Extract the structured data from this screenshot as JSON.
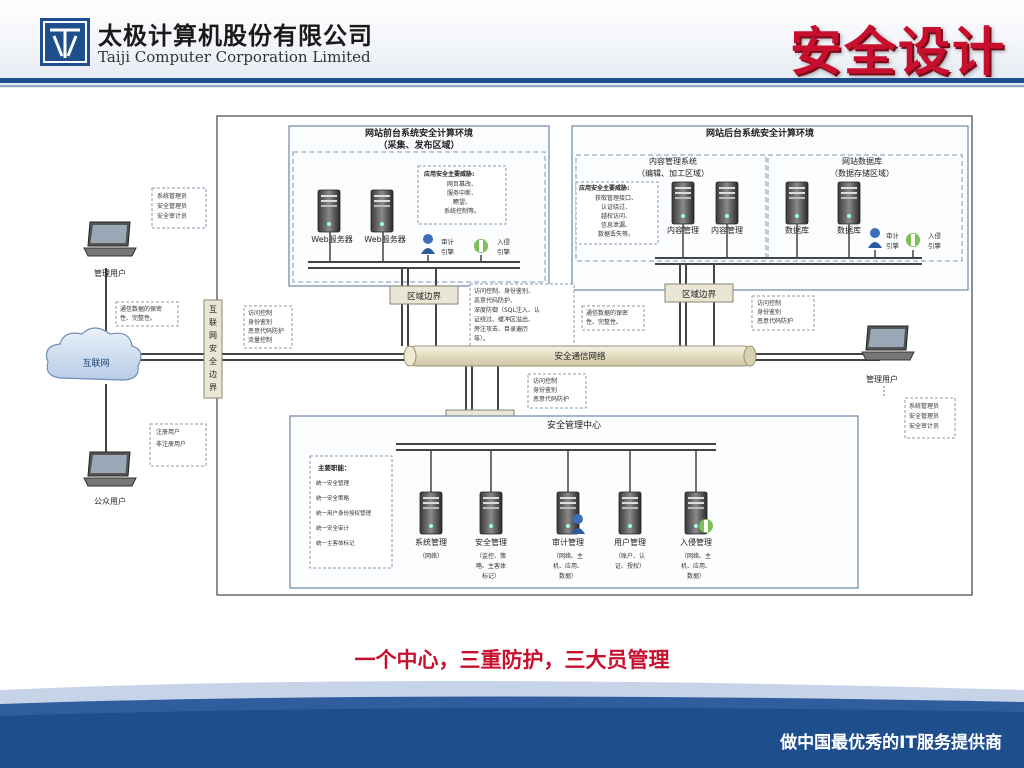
{
  "header": {
    "company_cn": "太极计算机股份有限公司",
    "company_en": "Taiji Computer Corporation Limited",
    "title": "安全设计"
  },
  "diagram": {
    "front_env": {
      "title": "网站前台系统安全计算环境",
      "subtitle": "（采集、发布区域）"
    },
    "front_threats": {
      "heading": "应用安全主要威胁:",
      "lines": [
        "网页篡改、",
        "服务中断、",
        "瞭望、",
        "系统控制等。"
      ]
    },
    "front_servers": [
      "Web服务器",
      "Web服务器"
    ],
    "front_audit": [
      "审计",
      "引擎"
    ],
    "front_ids": [
      "入侵",
      "引擎"
    ],
    "back_env": {
      "title": "网站后台系统安全计算环境"
    },
    "cms": {
      "title": "内容管理系统",
      "subtitle": "（编辑、加工区域）"
    },
    "db": {
      "title": "网站数据库",
      "subtitle": "（数据存储区域）"
    },
    "back_threats": {
      "heading": "应用安全主要威胁:",
      "lines": [
        "获取管理接口、",
        "认证绕过、",
        "越权访问、",
        "信息泄漏、",
        "数据丢失等。"
      ]
    },
    "back_servers": [
      "内容管理",
      "内容管理",
      "数据库",
      "数据库"
    ],
    "back_audit": [
      "审计",
      "引擎"
    ],
    "back_ids": [
      "入侵",
      "引擎"
    ],
    "boundary_label": "区域边界",
    "front_protect": [
      "访问控制、身份鉴别、",
      "恶意代码防护、",
      "深度防御（SQL注入、认",
      "证绕过、缓冲区溢出、",
      "旁注攻击、目录遍历",
      "等）。"
    ],
    "comm_protect": [
      "通信数据的保密",
      "性、完整性。"
    ],
    "back_protect": [
      "访问控制",
      "身份鉴别",
      "恶意代码防护"
    ],
    "network_label": "安全通信网络",
    "internet_label": "互联网",
    "internet_boundary": [
      "互",
      "联",
      "网",
      "安",
      "全",
      "边",
      "界"
    ],
    "left_comm": [
      "通信数据的保密",
      "性、完整性。"
    ],
    "left_access": [
      "访问控制",
      "身份鉴别",
      "恶意代码防护",
      "流量控制"
    ],
    "admin_left": {
      "label": "管理用户",
      "roles": [
        "系统管理员",
        "安全管理员",
        "安全审计员"
      ]
    },
    "public_user": {
      "label": "公众用户",
      "roles": [
        "注册用户",
        "非注册用户"
      ]
    },
    "admin_right": {
      "label": "管理用户",
      "roles": [
        "系统管理员",
        "安全管理员",
        "安全审计员"
      ]
    },
    "center_access": [
      "访问控制",
      "身份鉴别",
      "恶意代码防护"
    ],
    "center_title": "安全管理中心",
    "duties": {
      "heading": "主要职能：",
      "lines": [
        "统一安全管理",
        "统一安全策略",
        "统一用户身份授权管理",
        "统一安全审计",
        "统一主客体标记"
      ]
    },
    "center_servers": [
      {
        "name": "系统管理",
        "desc": [
          "（网络）"
        ]
      },
      {
        "name": "安全管理",
        "desc": [
          "（监控、策",
          "略、主客体",
          "标记）"
        ]
      },
      {
        "name": "审计管理",
        "desc": [
          "（网络、主",
          "机、应用、",
          "数据）"
        ]
      },
      {
        "name": "用户管理",
        "desc": [
          "（账户、认",
          "证、授权）"
        ]
      },
      {
        "name": "入侵管理",
        "desc": [
          "（网络、主",
          "机、应用、",
          "数据）"
        ]
      }
    ]
  },
  "caption": "一个中心，三重防护，三大员管理",
  "footer": {
    "slogan": "做中国最优秀的IT服务提供商"
  },
  "colors": {
    "brand_blue": "#1f4e8c",
    "title_red": "#c8102e"
  }
}
